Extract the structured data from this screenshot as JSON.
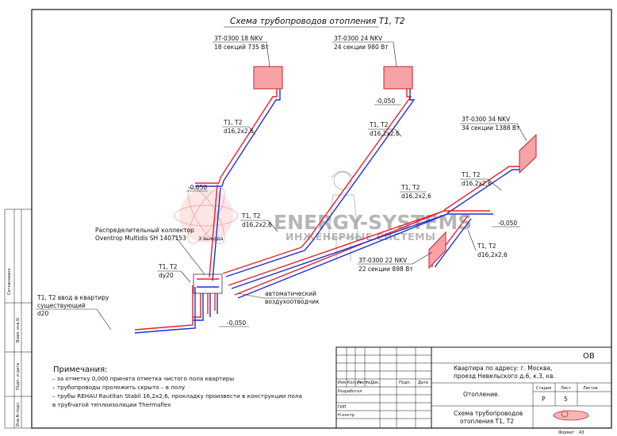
{
  "drawing": {
    "title": "Схема трубопроводов отопления Т1, Т2",
    "watermark": {
      "brand": "ENERGY-SYSTEMS",
      "tagline": "ИНЖЕНЕРНЫЕ СИСТЕМЫ"
    },
    "radiators": [
      {
        "model": "3Т-0300 18 NKV",
        "spec": "18 секций  735 Вт"
      },
      {
        "model": "3Т-0300 24 NKV",
        "spec": "24 секции  980 Вт"
      },
      {
        "model": "3Т-0300 34 NKV",
        "spec": "34 секции  1388 Вт"
      },
      {
        "model": "3Т-0300 22 NKV",
        "spec": "22 секции  898 Вт"
      }
    ],
    "pipe_labels": [
      {
        "line1": "Т1, Т2",
        "line2": "d16,2x2,6"
      },
      {
        "line1": "Т1, Т2",
        "line2": "d16,2x2,6"
      },
      {
        "line1": "Т1, Т2",
        "line2": "d16,2x2,6"
      },
      {
        "line1": "Т1, Т2",
        "line2": "d16,2x2,6"
      },
      {
        "line1": "Т1, Т2",
        "line2": "d16,2x2,6"
      },
      {
        "line1": "Т1, Т2",
        "line2": "d16,2x2,6"
      }
    ],
    "elevations": [
      "-0,050",
      "-0,050",
      "-0,050",
      "-0,050"
    ],
    "manifold": {
      "line1": "Распределительный коллектор",
      "line2": "Oventrop Multidis SH 1407153",
      "outputs": "3 выхода"
    },
    "riser": {
      "line1": "Т1, Т2",
      "line2": "dy20"
    },
    "inlet": {
      "line1": "Т1, Т2 ввод в квартиру",
      "line2": "существующий",
      "line3": "d20"
    },
    "air_vent": {
      "line1": "автоматический",
      "line2": "воздухоотводчик"
    },
    "notes": {
      "heading": "Примечания:",
      "items": [
        "– за отметку 0,000 принята отметка чистого пола квартиры",
        "– трубопроводы проложить скрыто – в полу",
        "– трубы  REHAU Rautitan Stabil 16,2х2,6, прокладку произвести в конструкции пола",
        "  в трубчатой теплоизоляции Thermaflex"
      ]
    }
  },
  "side_stamp": {
    "labels": [
      "Согласовано",
      "Взам. инв.N",
      "Подп. и дата",
      "Инв.N подл."
    ]
  },
  "title_block": {
    "code": "ОВ",
    "address_line1": "Квартира по адресу: г. Москва,",
    "address_line2": "проезд Невельского д.6, к.3, кв.",
    "section": "Отопление.",
    "sheet_title_line1": "Схема трубопроводов",
    "sheet_title_line2": "отопления Т1, Т2",
    "col_headers": [
      "Изм.",
      "Кол.уч",
      "Лист",
      "№Док.",
      "Подп.",
      "Дата"
    ],
    "rows": [
      "Разработал",
      "ГИП",
      "Н.контр."
    ],
    "stage_headers": [
      "Стадия",
      "Лист",
      "Листов"
    ],
    "stage_values": [
      "Р",
      "5",
      ""
    ],
    "format_label": "Формат",
    "format_value": "А3"
  }
}
